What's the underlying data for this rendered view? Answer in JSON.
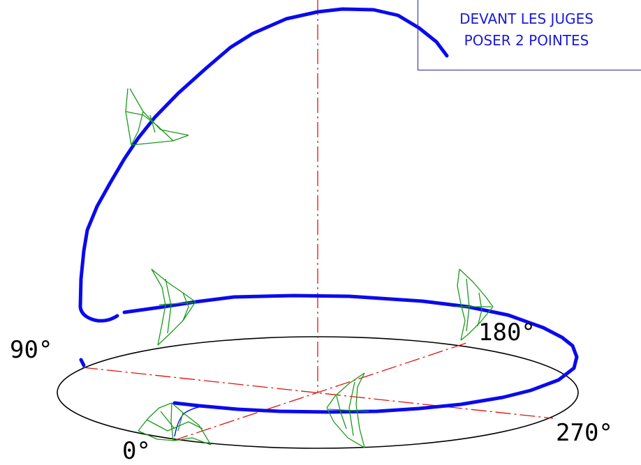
{
  "note": {
    "line1": "DEVANT LES JUGES",
    "line2": "POSER 2 POINTES",
    "text_color": "#1a1ad8"
  },
  "angles": {
    "a0": "0°",
    "a90": "90°",
    "a180": "180°",
    "a270": "270°"
  },
  "colors": {
    "trajectory": "#0a0aee",
    "skate": "#1a9a1a",
    "axis": "#e01010",
    "circle": "#000000"
  }
}
